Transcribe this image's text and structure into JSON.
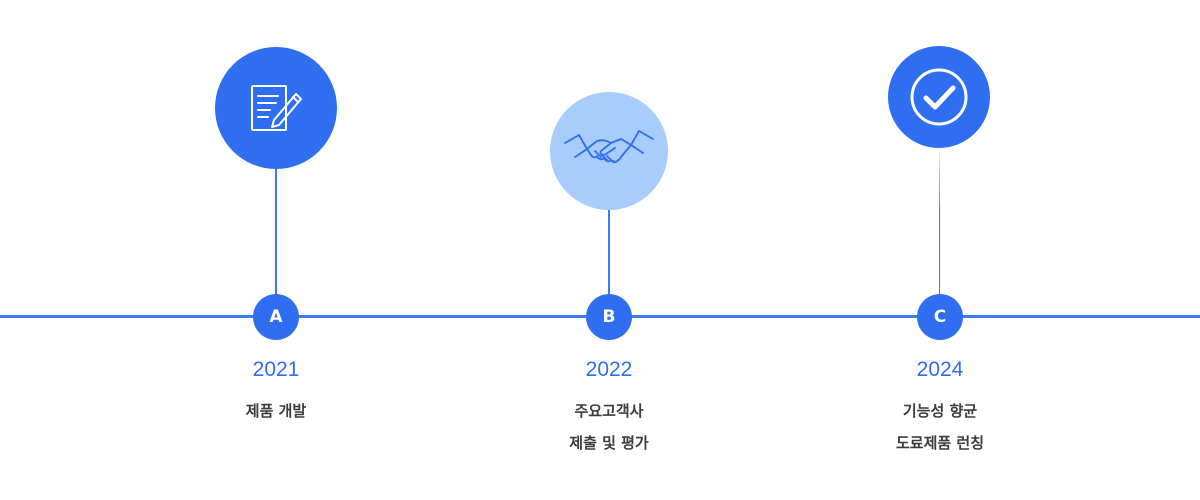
{
  "colors": {
    "primary": "#2f6ef0",
    "line": "#3a7bf0",
    "light": "#a8ccfb",
    "text": "#3c3c3c"
  },
  "milestones": [
    {
      "badge": "A",
      "year": "2021",
      "desc_lines": [
        "제품 개발"
      ],
      "icon": "document-edit-icon"
    },
    {
      "badge": "B",
      "year": "2022",
      "desc_lines": [
        "주요고객사",
        "제출 및 평가"
      ],
      "icon": "handshake-icon"
    },
    {
      "badge": "C",
      "year": "2024",
      "desc_lines": [
        "기능성 향균",
        "도료제품 런칭"
      ],
      "icon": "check-circle-icon"
    }
  ]
}
